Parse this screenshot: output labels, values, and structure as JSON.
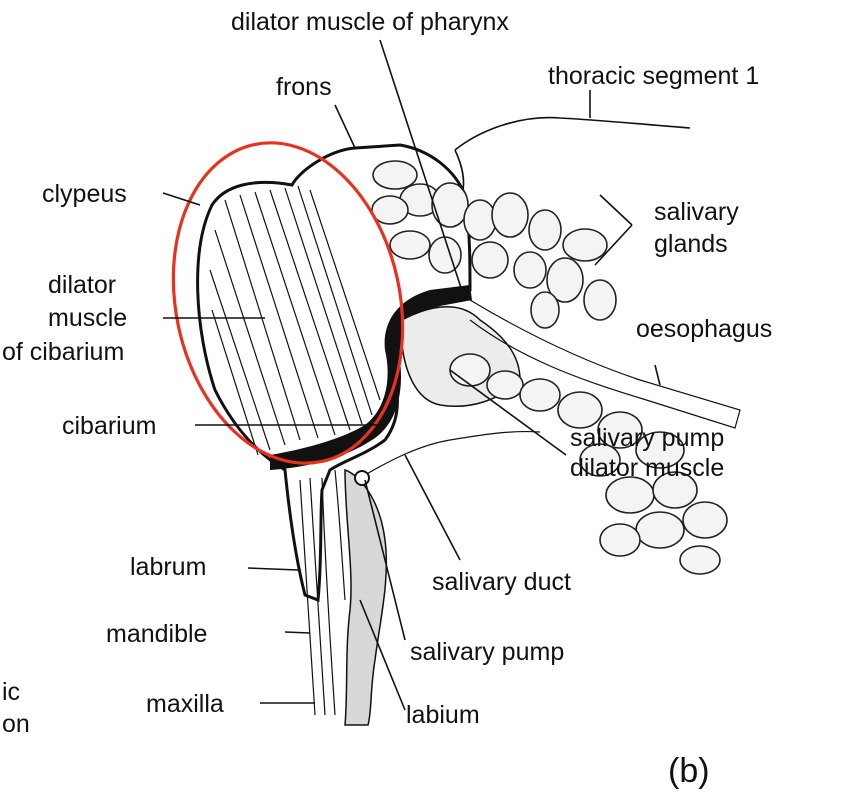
{
  "labels": {
    "dilator_pharynx": "dilator muscle of pharynx",
    "thoracic": "thoracic segment 1",
    "frons": "frons",
    "clypeus": "clypeus",
    "dilator_cib_1": "dilator",
    "dilator_cib_2": "muscle",
    "dilator_cib_3": "of cibarium",
    "salivary_glands_1": "salivary",
    "salivary_glands_2": "glands",
    "oesophagus": "oesophagus",
    "cibarium": "cibarium",
    "pump_dilator_1": "salivary pump",
    "pump_dilator_2": "dilator muscle",
    "labrum": "labrum",
    "salivary_duct": "salivary duct",
    "mandible": "mandible",
    "salivary_pump": "salivary pump",
    "maxilla": "maxilla",
    "labium": "labium",
    "cut_1": "ic",
    "cut_2": "on"
  },
  "panel_label": "(b)",
  "highlight_color": "#e8321e"
}
